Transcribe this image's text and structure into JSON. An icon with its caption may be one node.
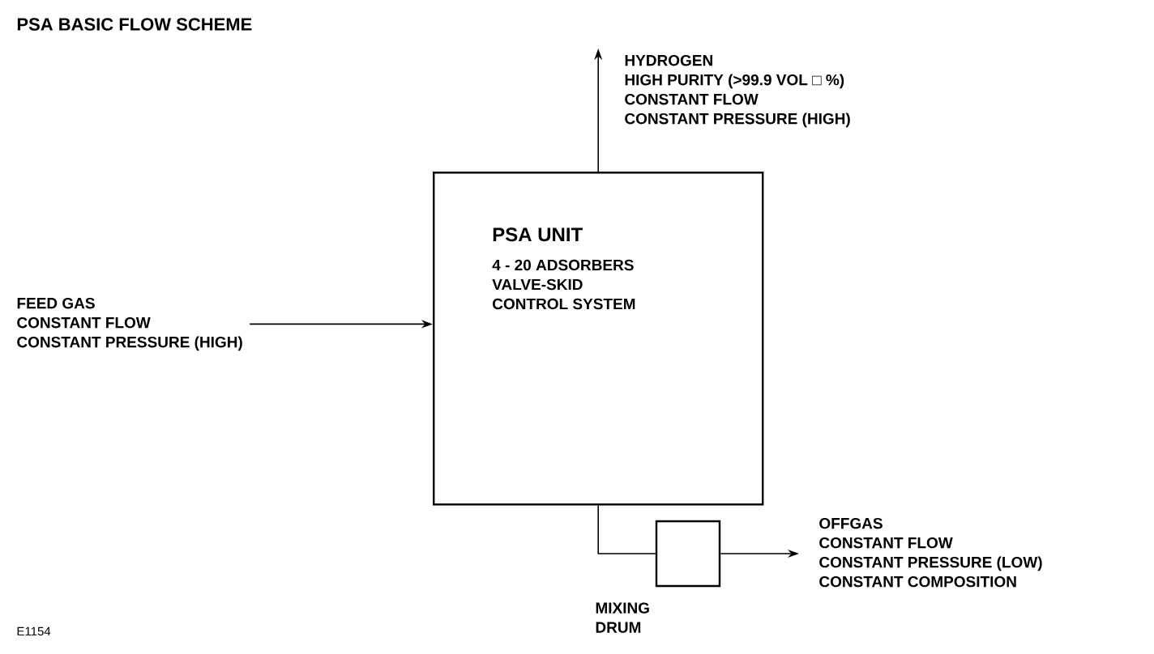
{
  "diagram": {
    "title": "PSA BASIC FLOW SCHEME",
    "nodes": [
      {
        "text": [
          "FEED GAS",
          "CONSTANT FLOW",
          "CONSTANT PRESSURE (HIGH)"
        ]
      },
      {
        "text": [
          "PSA UNIT",
          "4 - 20 ADSORBERS",
          "VALVE-SKID",
          "CONTROL SYSTEM"
        ]
      },
      {
        "text": [
          "HYDROGEN",
          "HIGH PURITY (>99.9 VOL □ %)",
          "CONSTANT FLOW",
          "CONSTANT PRESSURE (HIGH)"
        ]
      },
      {
        "text": [],
        "shape": "box",
        "beside": [
          "MIXING DRUM"
        ]
      },
      {
        "text": [
          "OFFGAS",
          "CONSTANT FLOW",
          "CONSTANT PRESSURE (LOW)",
          "CONSTANT COMPOSITION"
        ]
      }
    ],
    "edges": [
      {
        "from": 0,
        "to": 1,
        "arrow": "to"
      },
      {
        "from": 1,
        "to": 2,
        "arrow": "to"
      },
      {
        "from": 1,
        "to": 3,
        "arrow": "none"
      },
      {
        "from": 3,
        "to": 4,
        "arrow": "to"
      }
    ],
    "labels": [
      "E1154"
    ]
  }
}
